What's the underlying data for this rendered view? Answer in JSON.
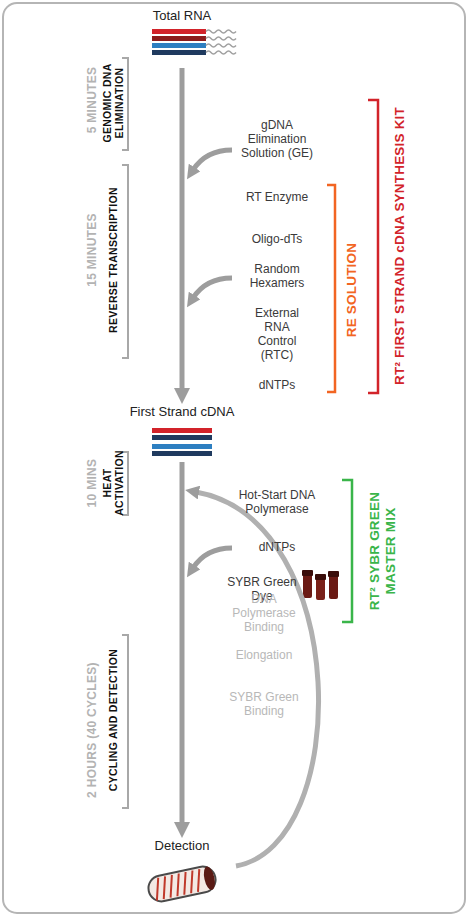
{
  "diagram": {
    "nodes": [
      {
        "text": [
          "Total RNA"
        ]
      },
      {
        "text": [
          "First Strand cDNA"
        ]
      },
      {
        "text": [
          "Detection"
        ]
      }
    ],
    "edges": [
      {
        "from": 0,
        "to": 1,
        "arrow": "to"
      },
      {
        "from": 1,
        "to": 2,
        "arrow": "to"
      }
    ],
    "labels": [
      "5 MINUTES",
      "GENOMIC DNA ELIMINATION",
      "gDNA Elimination Solution (GE)",
      "RT Enzyme",
      "Oligo-dTs",
      "Random Hexamers",
      "External RNA Control (RTC)",
      "dNTPs",
      "RE SOLUTION",
      "RT² FIRST STRAND cDNA SYNTHESIS KIT",
      "15 MINUTES",
      "REVERSE TRANSCRIPTION",
      "10 MINS",
      "HEAT ACTIVATION",
      "Hot-Start DNA Polymerase",
      "dNTPs",
      "SYBR Green Dye",
      "RT² SYBR GREEN MASTER MIX",
      "2 HOURS (40 CYCLES)",
      "CYCLING AND DETECTION",
      "DNA Polymerase Binding",
      "Elongation",
      "SYBR Green Binding"
    ]
  }
}
